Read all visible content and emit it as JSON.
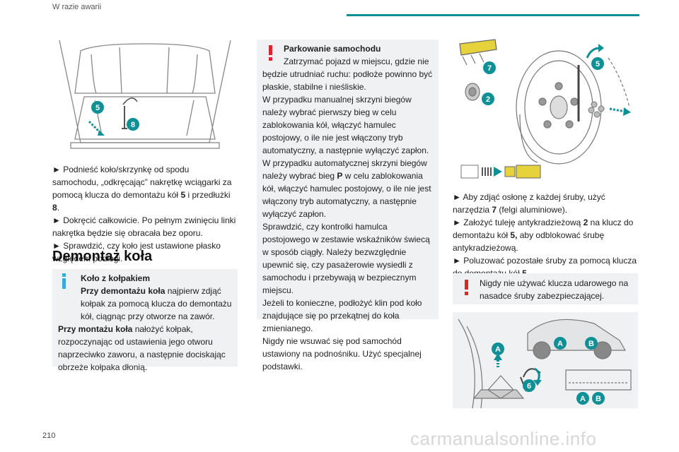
{
  "header": {
    "section": "W razie awarii"
  },
  "page_number": "210",
  "watermark": "carmanualsonline.info",
  "col1": {
    "steps": [
      {
        "pre": "► Podnieść koło/skrzynkę od spodu samochodu, „odkręcając” nakrętkę wciągarki za pomocą klucza do demontażu kół ",
        "b1": "5",
        "mid": " i przedłużki ",
        "b2": "8",
        "post": "."
      },
      {
        "text": "► Dokręcić całkowicie. Po pełnym zwinięciu linki nakrętka będzie się obracała bez oporu."
      },
      {
        "text": "► Sprawdzić, czy koło jest ustawione płasko względem podłogi."
      }
    ],
    "heading": "Demontaż koła",
    "info_box": {
      "title": "Koło z kołpakiem",
      "p1_bold": "Przy demontażu koła",
      "p1_rest": " najpierw zdjąć kołpak za pomocą klucza do demontażu kół, ciągnąc przy otworze na zawór.",
      "p2_bold": "Przy montażu koła",
      "p2_rest": " nałożyć kołpak, rozpoczynając od ustawienia jego otworu naprzeciwko zaworu, a następnie dociskając obrzeże kołpaka dłonią."
    }
  },
  "col2": {
    "warn_box": {
      "title": "Parkowanie samochodu",
      "p1": "Zatrzymać pojazd w miejscu, gdzie nie będzie utrudniać ruchu: podłoże powinno być płaskie, stabilne i nieśliskie.",
      "p2": "W przypadku manualnej skrzyni biegów należy wybrać pierwszy bieg w celu zablokowania kół, włączyć hamulec postojowy, o ile nie jest włączony tryb automatyczny, a następnie wyłączyć zapłon.",
      "p3_pre": "W przypadku automatycznej skrzyni biegów należy wybrać bieg ",
      "p3_bold": "P",
      "p3_post": " w celu zablokowania kół, włączyć hamulec postojowy, o ile nie jest włączony tryb automatyczny, a następnie wyłączyć zapłon.",
      "p4": "Sprawdzić, czy kontrolki hamulca postojowego w zestawie wskaźników świecą w sposób ciągły. Należy bezwzględnie upewnić się, czy pasażerowie wysiedli z samochodu i przebywają w bezpiecznym miejscu.",
      "p5": "Jeżeli to konieczne, podłożyć klin pod koło znajdujące się po przekątnej do koła zmienianego.",
      "p6": "Nigdy nie wsuwać się pod samochód ustawiony na podnośniku. Użyć specjalnej podstawki."
    }
  },
  "col3": {
    "s1_pre": "► Aby zdjąć osłonę z każdej śruby, użyć narzędzia ",
    "s1_b": "7",
    "s1_post": " (felgi aluminiowe).",
    "s2_pre": "► Założyć tuleję antykradzieżową ",
    "s2_b": "2",
    "s2_mid": " na klucz do demontażu kół ",
    "s2_b2": "5,",
    "s2_post": " aby odblokować śrubę antykradzieżową.",
    "s3_pre": "► Poluzować pozostałe śruby za pomocą klucza do demontażu kół ",
    "s3_b": "5",
    "s3_post": ".",
    "warn_text": "Nigdy nie używać klucza udarowego na nasadce śruby zabezpieczającej."
  },
  "labels": {
    "trunk": [
      "5",
      "8"
    ],
    "wheel": [
      "7",
      "2",
      "5"
    ],
    "jack": [
      "A",
      "B",
      "A",
      "6",
      "A",
      "B"
    ]
  },
  "colors": {
    "accent": "#0f8f96",
    "warning": "#e3232a",
    "info": "#3aa8d8",
    "callout": "#0f8f96",
    "box_bg": "#eff1f2",
    "highlight": "#e6d23a"
  }
}
